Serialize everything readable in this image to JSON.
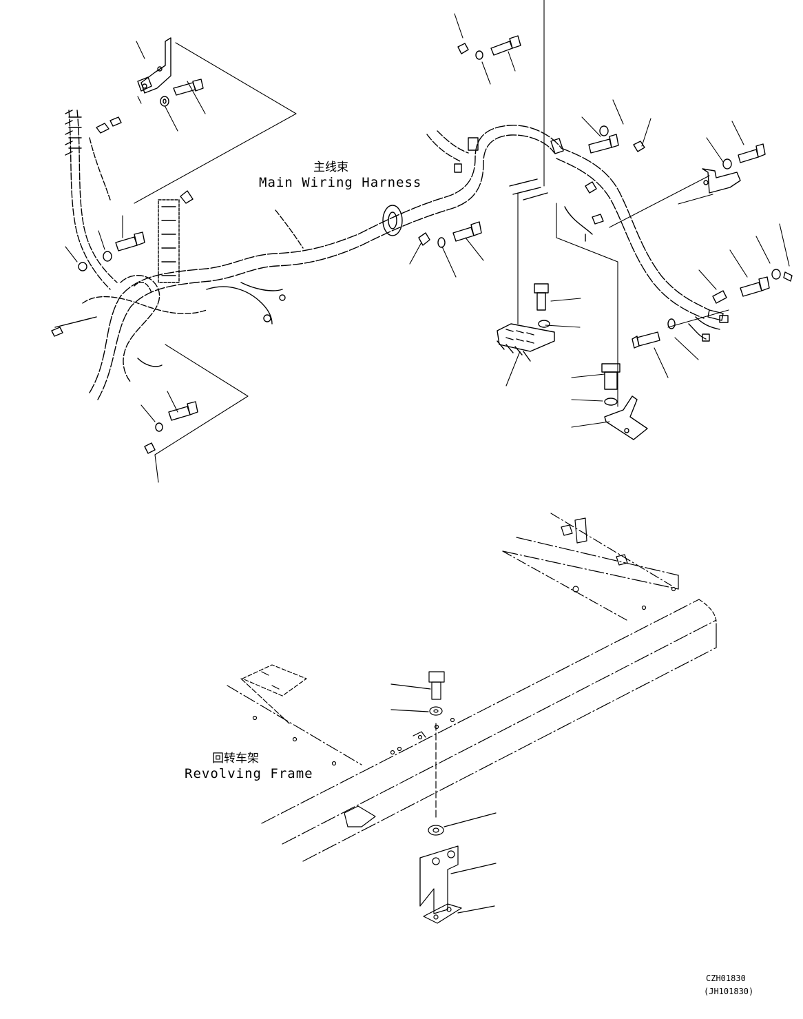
{
  "labels": {
    "main_harness_cn": "主线束",
    "main_harness_en": "Main Wiring Harness",
    "frame_cn": "回转车架",
    "frame_en": "Revolving Frame",
    "drawing_code": "CZH01830",
    "drawing_code_alt": "(JH101830)"
  }
}
